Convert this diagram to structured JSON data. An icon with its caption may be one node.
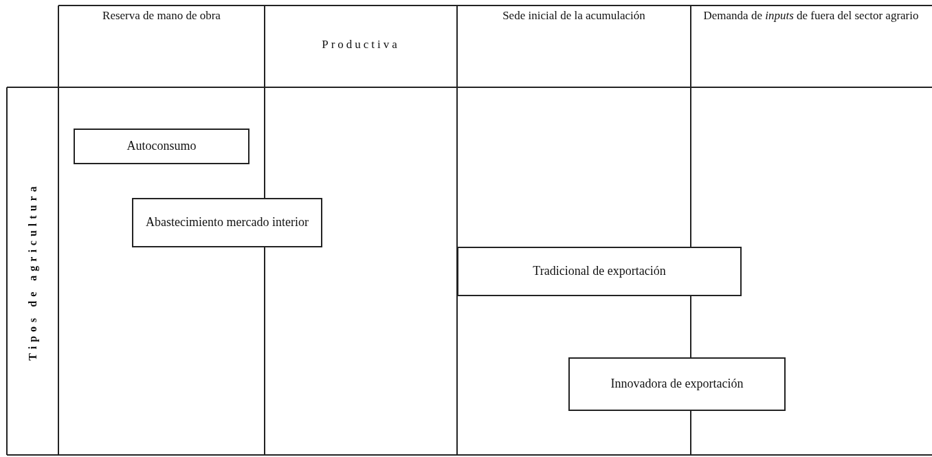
{
  "diagram": {
    "nodes": [
      {
        "text": [
          "Autoconsumo"
        ]
      },
      {
        "text": [
          "Abastecimiento mercado interior"
        ]
      },
      {
        "text": [
          "Tradicional de exportación"
        ]
      },
      {
        "text": [
          "Innovadora de exportación"
        ]
      }
    ],
    "labels": [
      "Reserva de mano de obra",
      "Productiva",
      "Sede inicial de la acumulación",
      "Demanda de *inputs* de fuera del sector agrario",
      "Tipos de agricultura"
    ]
  }
}
